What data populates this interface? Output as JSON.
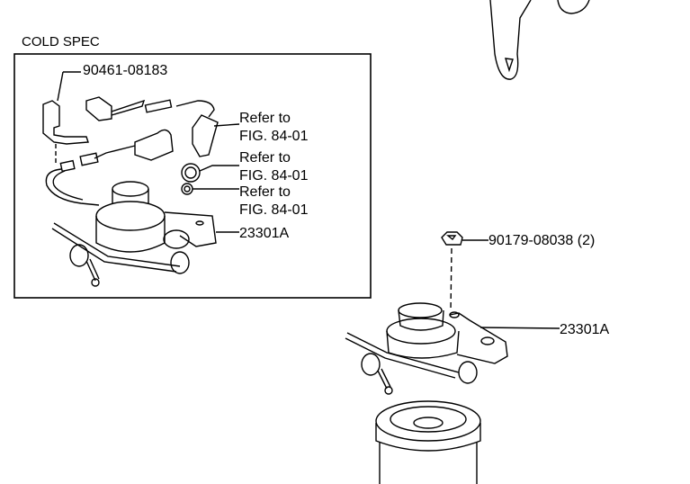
{
  "inset": {
    "title": "COLD SPEC",
    "callouts": [
      {
        "part_number": "90461-08183"
      },
      {
        "line1": "Refer to",
        "line2": "FIG. 84-01"
      },
      {
        "line1": "Refer to",
        "line2": "FIG. 84-01"
      },
      {
        "line1": "Refer to",
        "line2": "FIG. 84-01"
      },
      {
        "part_number": "23301A"
      }
    ]
  },
  "main": {
    "callouts": [
      {
        "part_number": "90179-08038 (2)"
      },
      {
        "part_number": "23301A"
      }
    ]
  }
}
